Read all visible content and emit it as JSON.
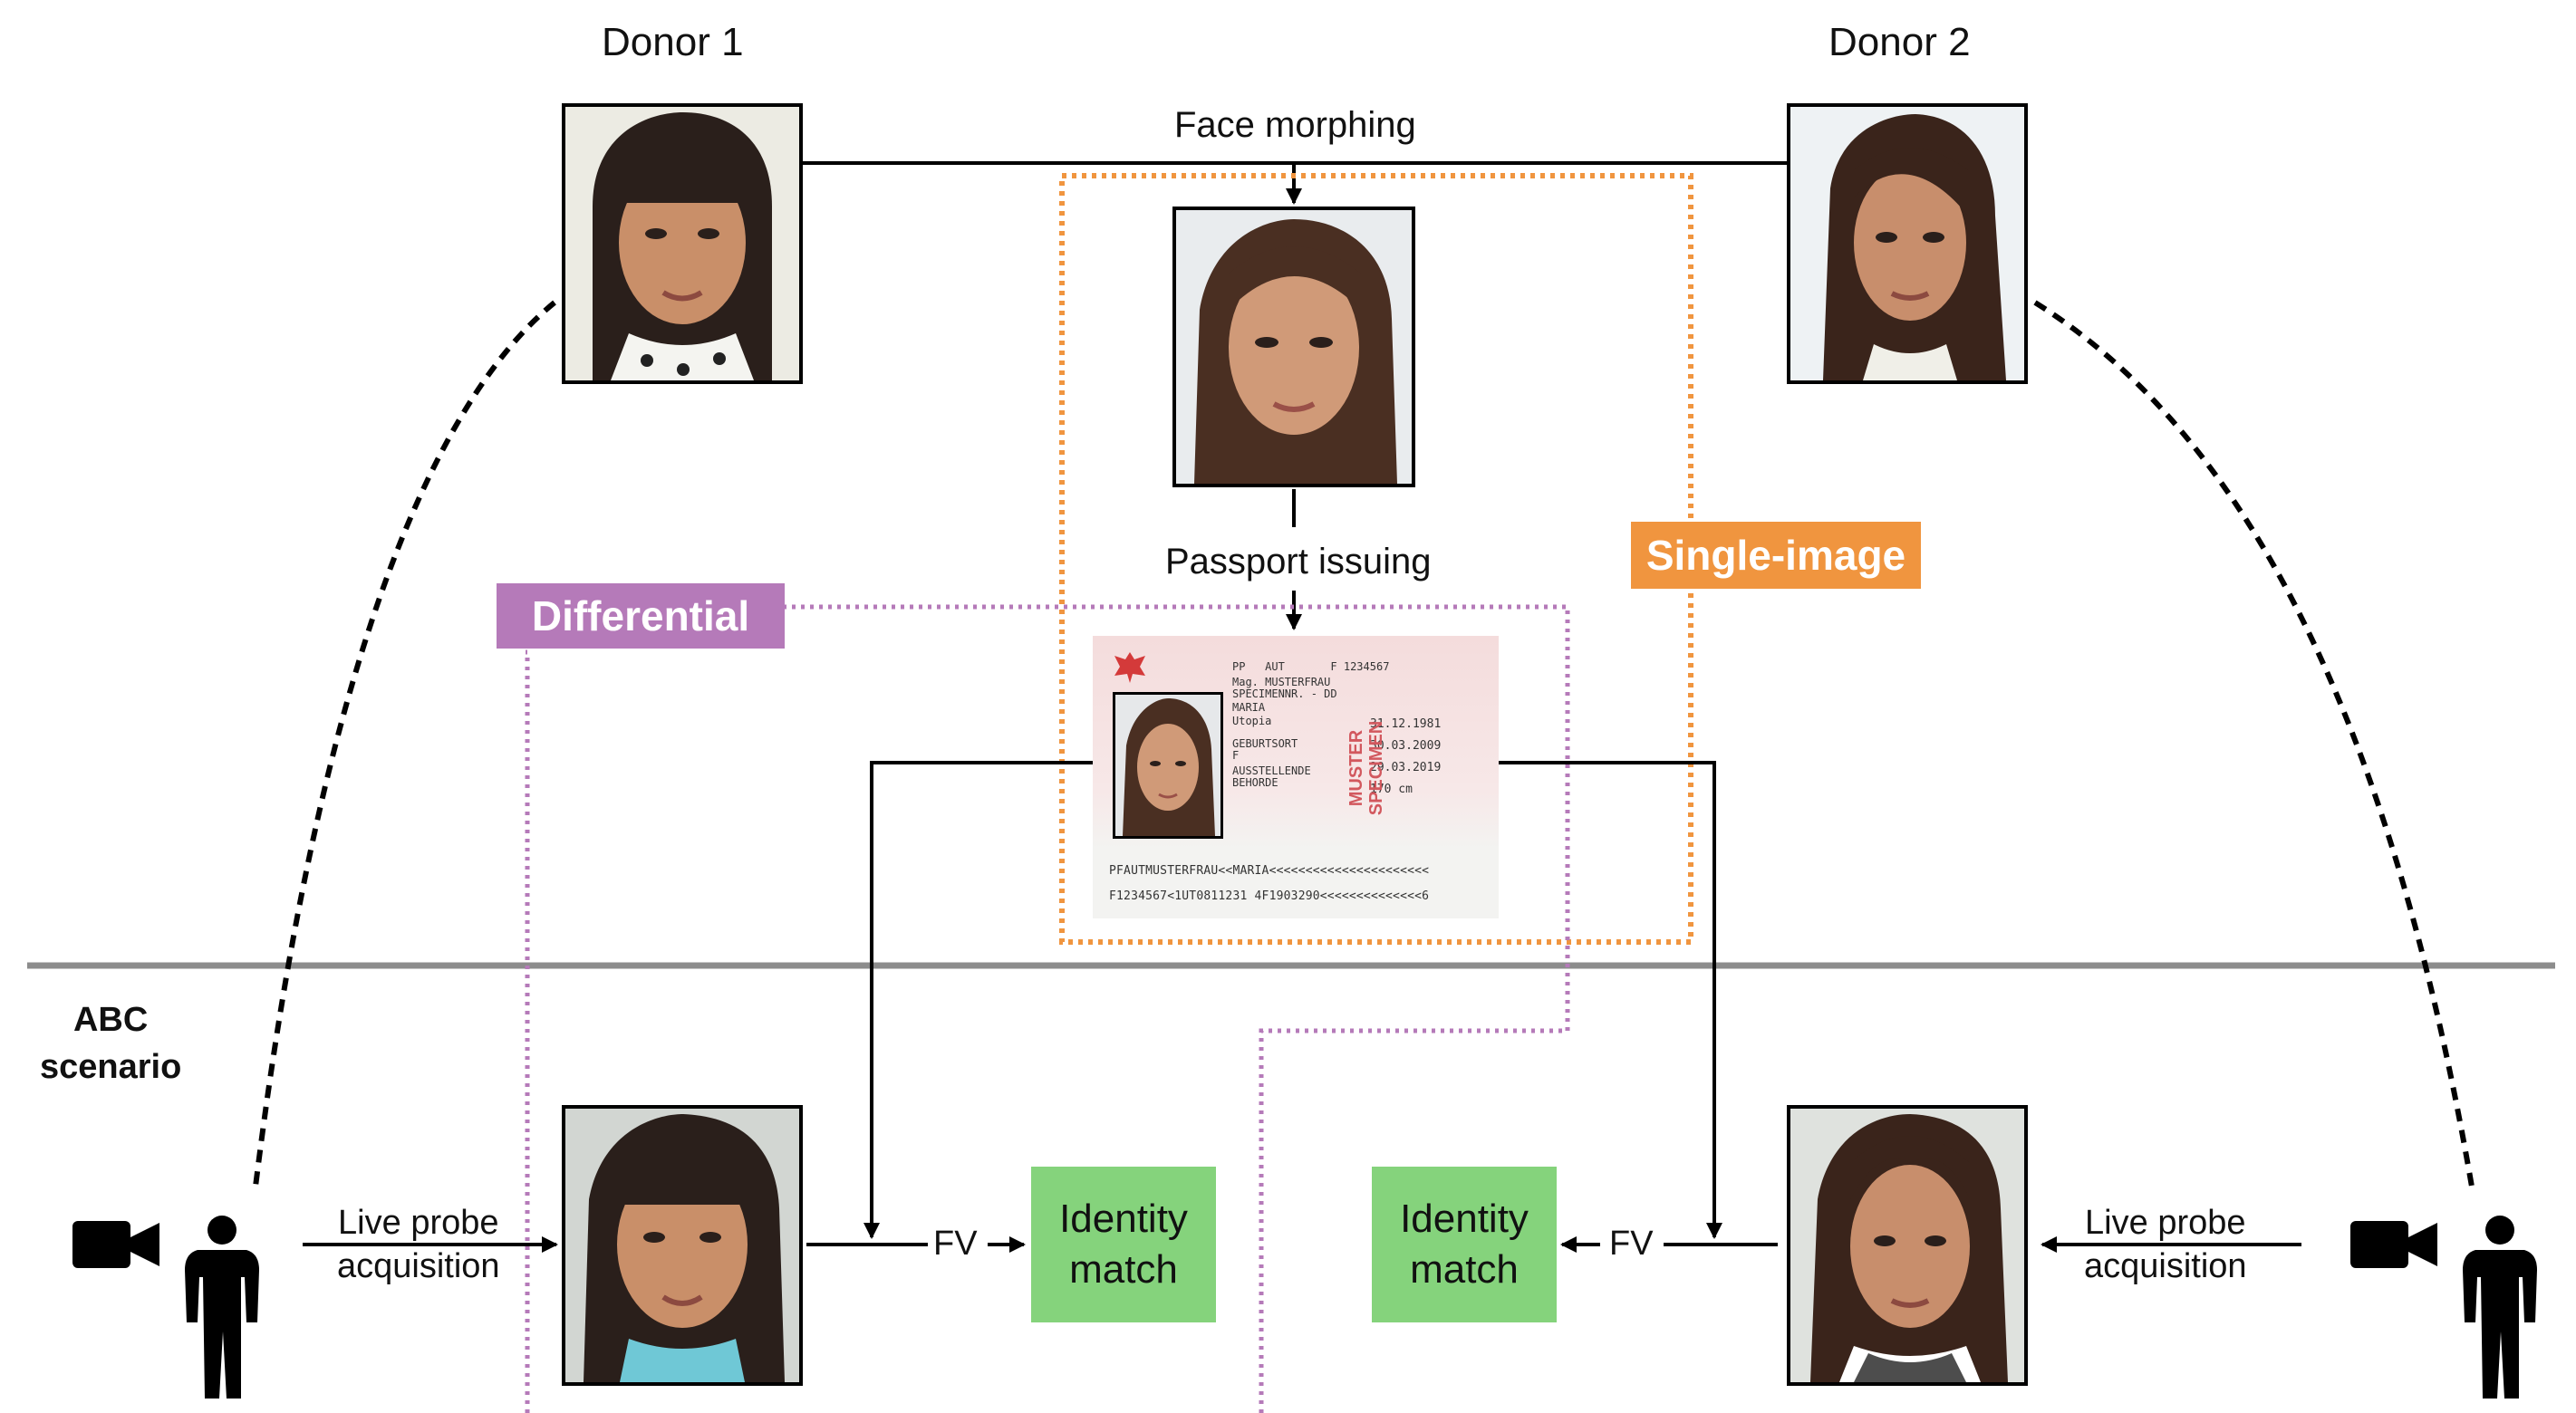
{
  "donors": {
    "donor1_label": "Donor 1",
    "donor2_label": "Donor 2"
  },
  "steps": {
    "face_morphing": "Face morphing",
    "passport_issuing": "Passport issuing"
  },
  "tags": {
    "single_image": "Single-image",
    "differential": "Differential"
  },
  "scenario": {
    "line1": "ABC",
    "line2": "scenario"
  },
  "left": {
    "live_probe_line1": "Live probe",
    "live_probe_line2": "acquisition",
    "fv": "FV",
    "match_line1": "Identity",
    "match_line2": "match"
  },
  "right": {
    "live_probe_line1": "Live probe",
    "live_probe_line2": "acquisition",
    "fv": "FV",
    "match_line1": "Identity",
    "match_line2": "match"
  },
  "passport": {
    "watermark": "MUSTER SPECIMEN",
    "type": "PP",
    "code": "AUT",
    "number": "F 1234567",
    "surname": "Mag. MUSTERFRAU",
    "surname2": "SPECIMENNR. - DD",
    "given": "MARIA",
    "nationality": "Utopia",
    "sex": "F",
    "birth": "31.12.1981",
    "issue": "30.03.2009",
    "expiry": "29.03.2019",
    "height": "170 cm",
    "authority1": "AUSSTELLENDE",
    "authority2": "BEHORDE",
    "place": "GEBURTSORT",
    "mrz1": "PFAUTMUSTERFRAU<<MARIA<<<<<<<<<<<<<<<<<<<<<<",
    "mrz2": "F1234567<1UT0811231 4F1903290<<<<<<<<<<<<<<6"
  },
  "colors": {
    "orange": "#f0953f",
    "purple": "#b57ab9",
    "green": "#85d37c",
    "divider": "#8c8c8c"
  },
  "icons": [
    "camera-icon",
    "person-icon"
  ]
}
